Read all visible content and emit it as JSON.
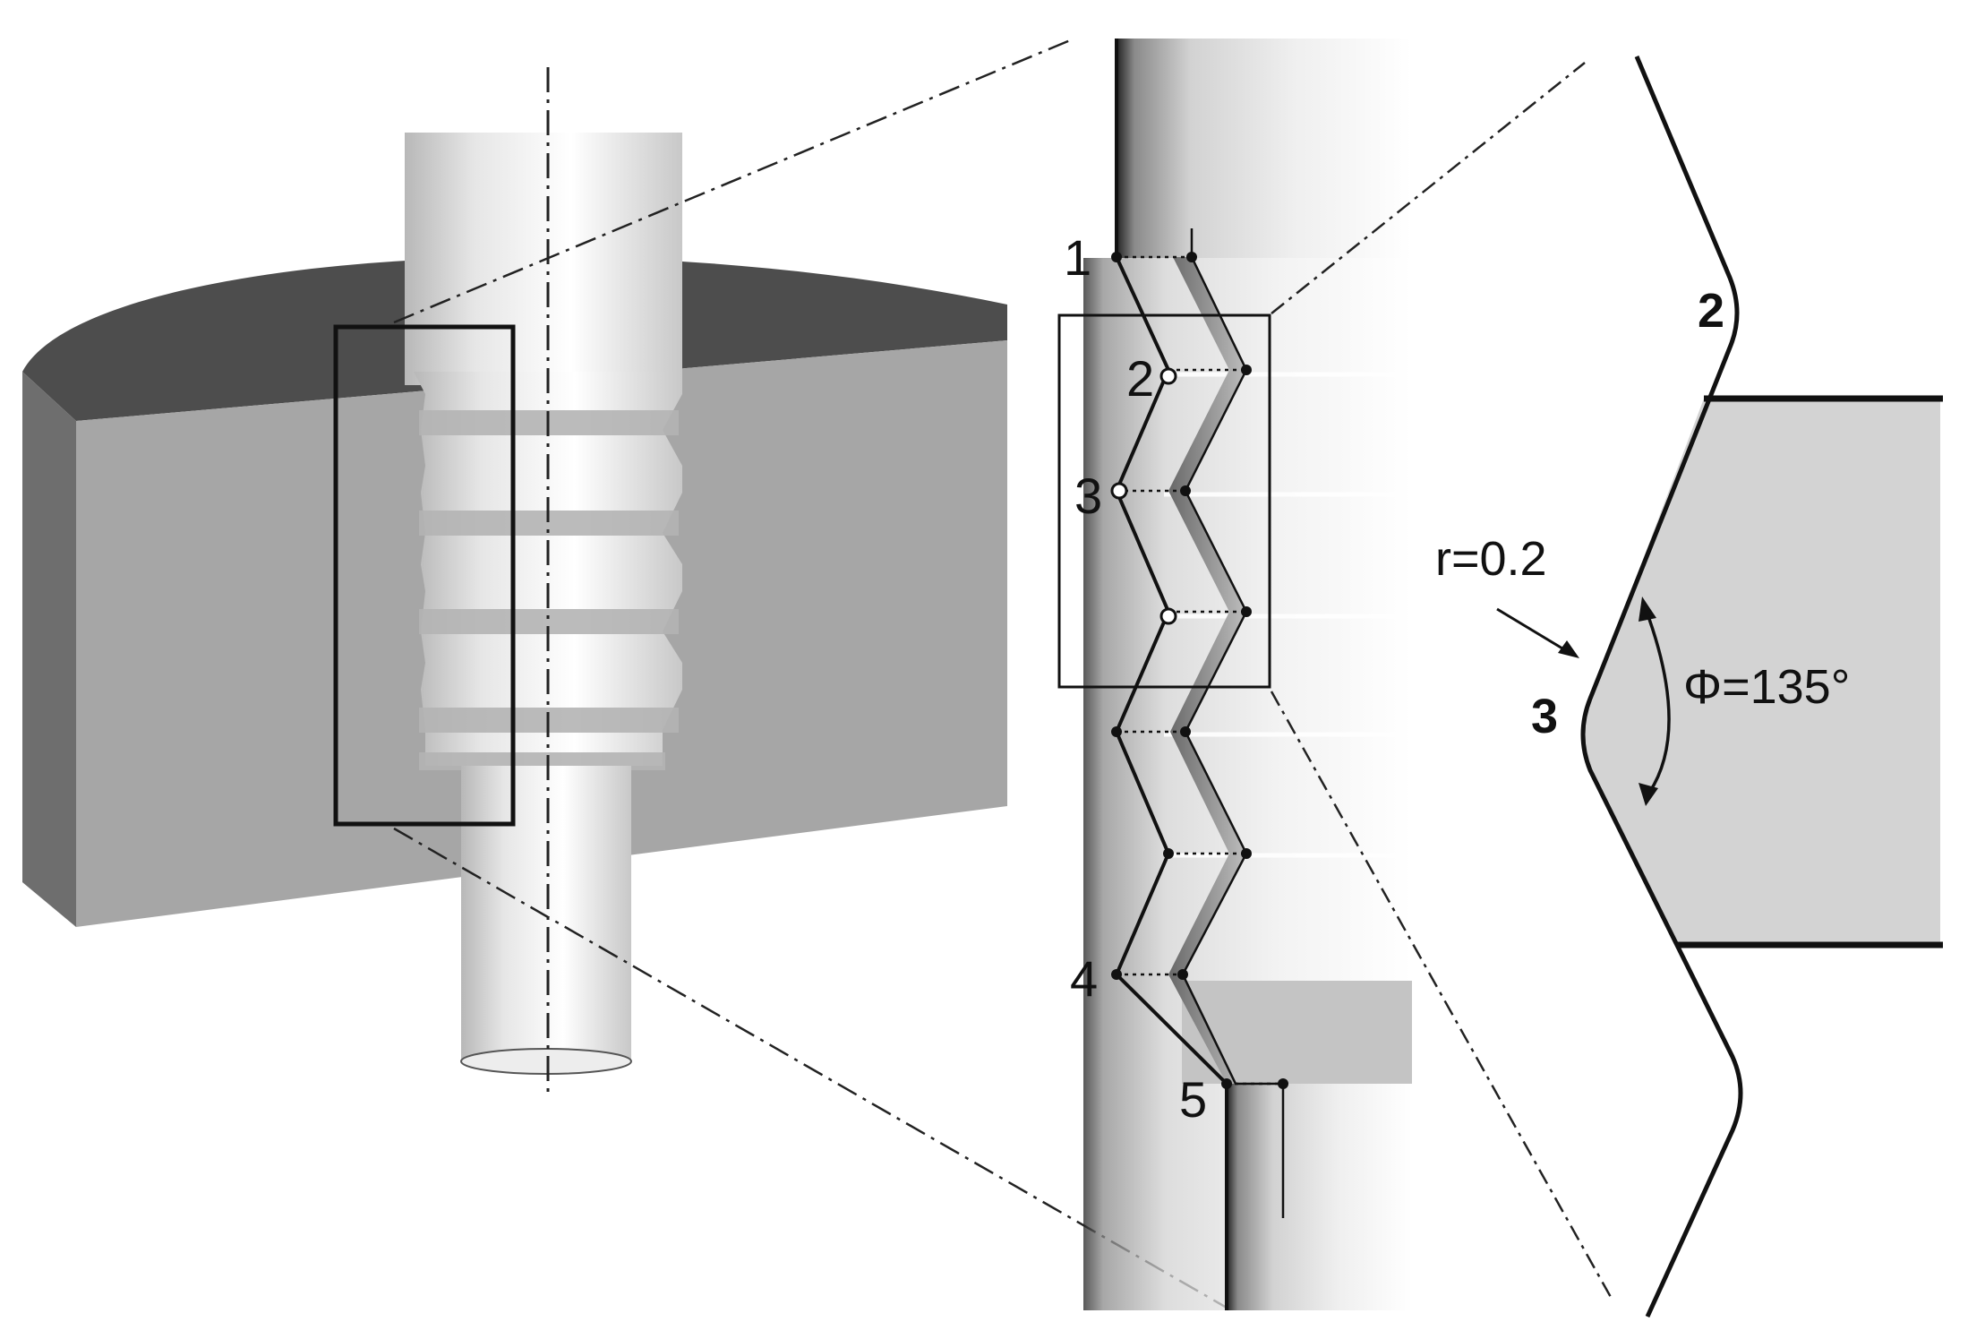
{
  "middle_panel": {
    "point_labels": [
      "1",
      "2",
      "3",
      "4",
      "5"
    ]
  },
  "right_panel": {
    "point_labels": [
      "2",
      "3"
    ],
    "radius_label": "r=0.2",
    "angle_label": "Φ=135°"
  },
  "colors": {
    "background": "#ffffff",
    "disk_top": "#4d4d4d",
    "disk_front": "#a6a6a6",
    "disk_edge": "#6e6e6e",
    "shaft": "#d9d9d9",
    "profile_fill": "#d3d3d3",
    "line": "#111111"
  }
}
